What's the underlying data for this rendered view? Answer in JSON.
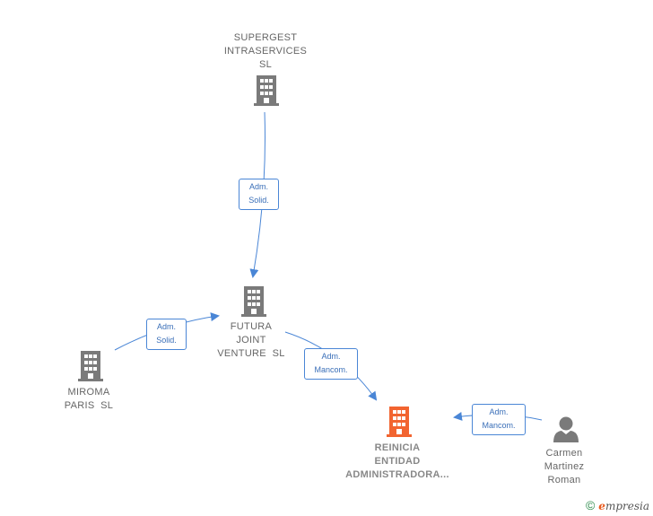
{
  "nodes": {
    "supergest": {
      "lines": [
        "SUPERGEST",
        "INTRASERVICES",
        "SL"
      ],
      "kind": "company"
    },
    "futura": {
      "lines": [
        "FUTURA",
        "JOINT",
        "VENTURE  SL"
      ],
      "kind": "company"
    },
    "miroma": {
      "lines": [
        "MIROMA",
        "PARIS  SL"
      ],
      "kind": "company"
    },
    "reinicia": {
      "lines": [
        "REINICIA",
        "ENTIDAD",
        "ADMINISTRADORA..."
      ],
      "kind": "company-focus"
    },
    "carmen": {
      "lines": [
        "Carmen",
        "Martinez",
        "Roman"
      ],
      "kind": "person"
    }
  },
  "edges": {
    "e1": {
      "lines": [
        "Adm.",
        "Solid."
      ]
    },
    "e2": {
      "lines": [
        "Adm.",
        "Solid."
      ]
    },
    "e3": {
      "lines": [
        "Adm.",
        "Mancom."
      ]
    },
    "e4": {
      "lines": [
        "Adm.",
        "Mancom."
      ]
    }
  },
  "colors": {
    "edge": "#4a86d6",
    "building": "#7a7a7a",
    "focus_building": "#f26430",
    "person": "#7a7a7a"
  },
  "brand": {
    "symbol": "©",
    "first_letter": "e",
    "rest": "mpresia"
  }
}
